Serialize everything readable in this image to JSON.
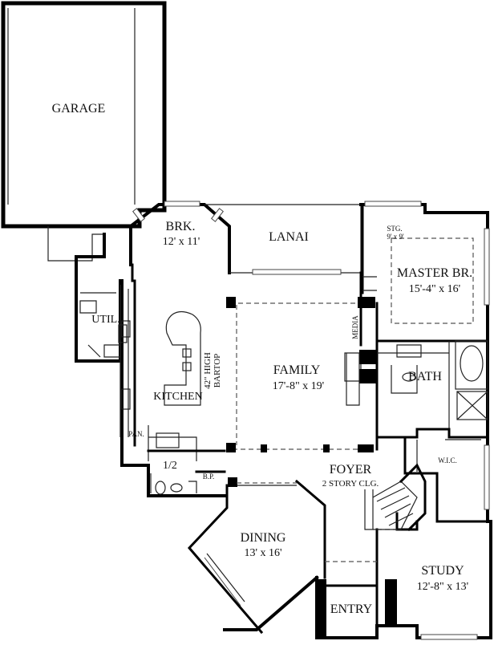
{
  "rooms": {
    "garage": {
      "name": "GARAGE"
    },
    "brk": {
      "name": "BRK.",
      "dims": "12' x 11'"
    },
    "lanai": {
      "name": "LANAI"
    },
    "master": {
      "name": "MASTER BR.",
      "dims": "15'-4\" x 16'"
    },
    "stg": {
      "name": "STG.",
      "dims": "9' x 9'"
    },
    "util": {
      "name": "UTIL."
    },
    "media": {
      "name": "MEDIA"
    },
    "family": {
      "name": "FAMILY",
      "dims": "17'-8\" x 19'"
    },
    "bartop": {
      "line1": "42\" HIGH",
      "line2": "BARTOP"
    },
    "bath": {
      "name": "BATH"
    },
    "kitchen": {
      "name": "KITCHEN"
    },
    "pan": {
      "name": "PAN."
    },
    "wic": {
      "name": "W.I.C."
    },
    "half_bath": {
      "name": "1/2"
    },
    "bp": {
      "name": "B.P."
    },
    "foyer": {
      "name": "FOYER",
      "note": "2 STORY CLG."
    },
    "dining": {
      "name": "DINING",
      "dims": "13' x 16'"
    },
    "study": {
      "name": "STUDY",
      "dims": "12'-8\" x 13'"
    },
    "entry": {
      "name": "ENTRY"
    }
  }
}
